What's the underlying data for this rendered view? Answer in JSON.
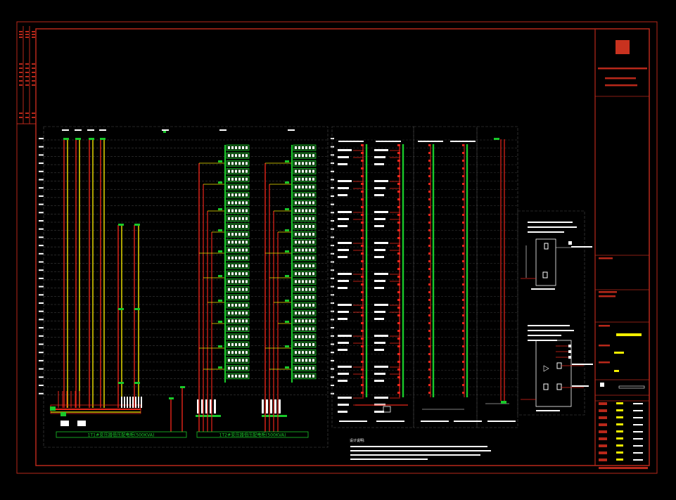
{
  "colors": {
    "background": "#000000",
    "frame": "#b8281a",
    "riser_red": "#e8261b",
    "riser_yellow": "#f2e600",
    "bus_green": "#19c92a",
    "label_white": "#ffffff",
    "grid_gray": "#4a4a4a",
    "block_fill": "#0e3d10",
    "highlight_yellow": "#f4f000"
  },
  "diagram": {
    "bottom_labels": [
      "1T1#变压器低压配电柜(500KVA)",
      "1T2#变压器低压配电柜(500KVA)"
    ],
    "notes": {
      "heading": "设计说明:"
    }
  },
  "title_block": {
    "logo_icon": "company-logo-icon"
  }
}
